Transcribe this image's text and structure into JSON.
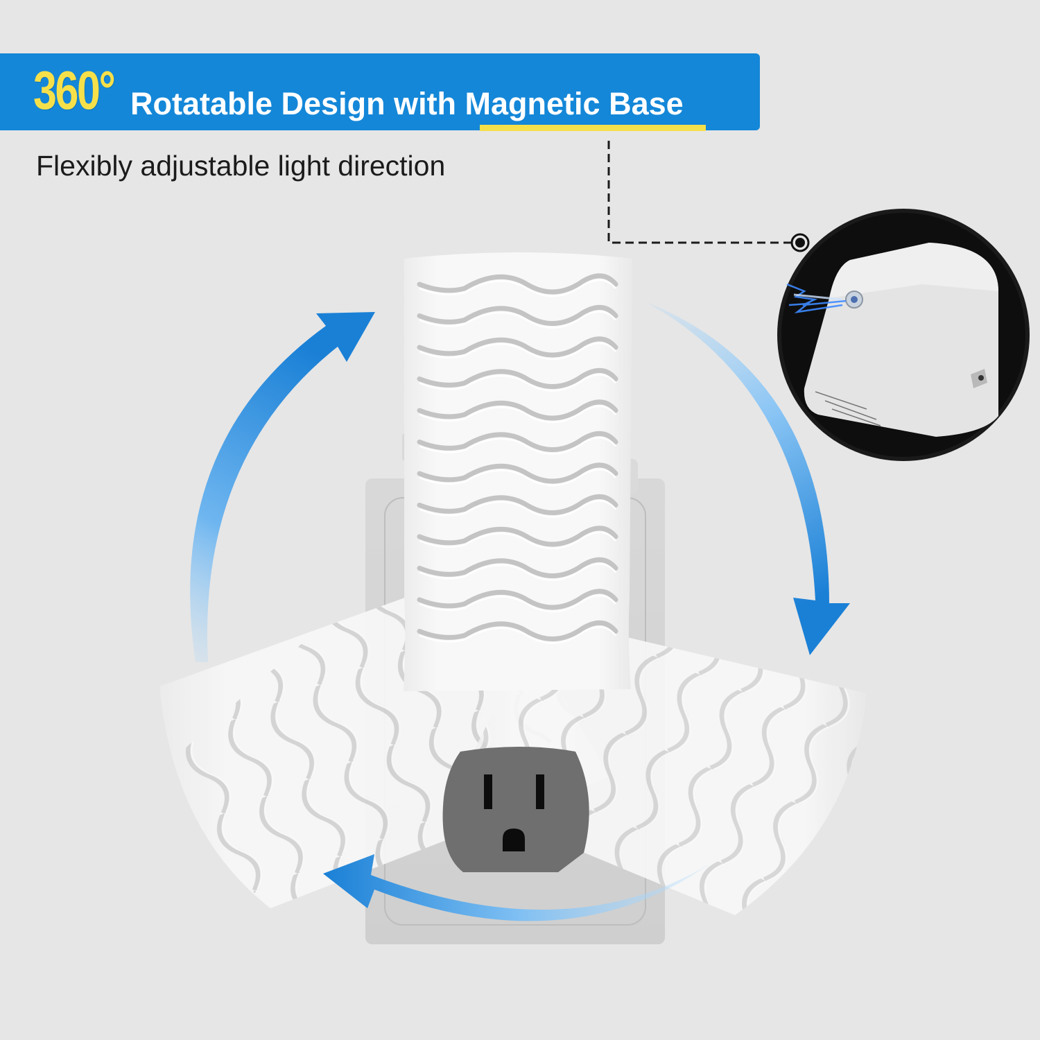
{
  "header": {
    "degree": "360°",
    "title_plain": "Rotatable Design with ",
    "title_highlight": "Magnetic Base",
    "subtitle": "Flexibly adjustable light direction"
  },
  "colors": {
    "background": "#e6e6e6",
    "banner": "#1487d8",
    "accent_yellow": "#f6e04a",
    "arrow_dark": "#1a80d6",
    "arrow_light": "#9fd0f7",
    "outlet_face": "#6f6f6f",
    "callout_bg": "#151515"
  },
  "product": {
    "wave_rows": 12,
    "callout_label": "magnetic-base-detail"
  }
}
